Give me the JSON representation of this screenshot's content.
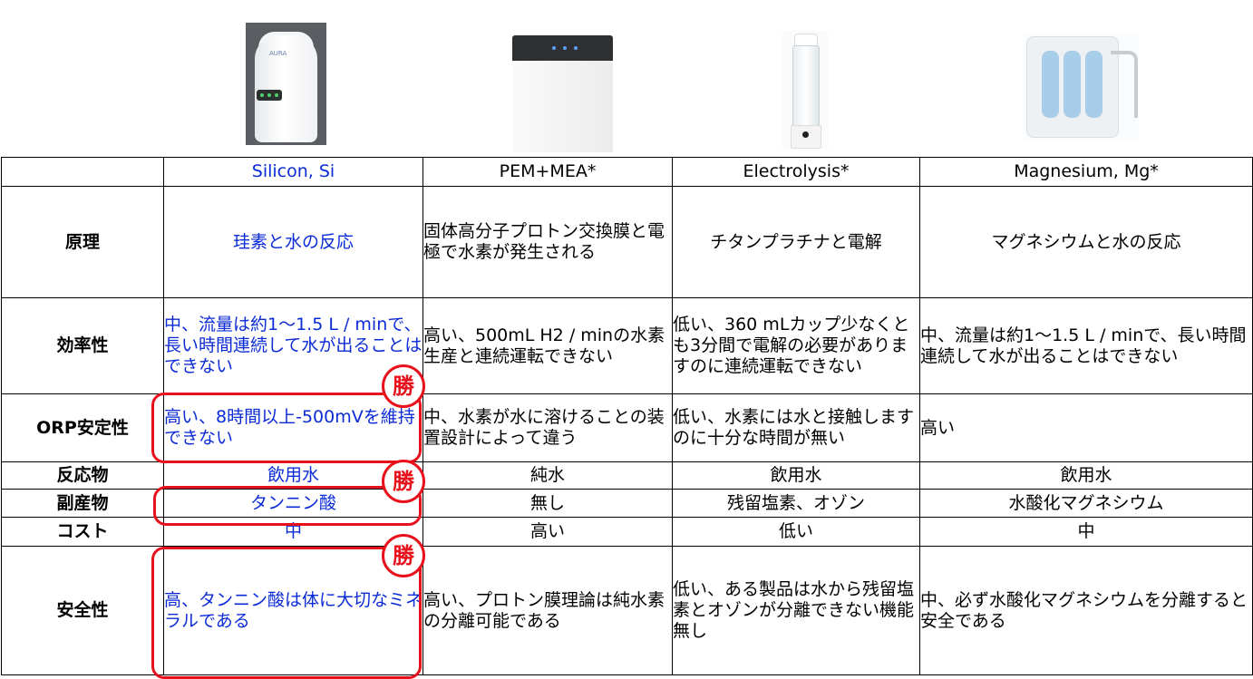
{
  "header": {
    "corner": "",
    "col1": "Silicon, Si",
    "col2": "PEM+MEA*",
    "col3": "Electrolysis*",
    "col4": "Magnesium, Mg*"
  },
  "images": {
    "si_logo": "AURA"
  },
  "rows": {
    "principle": {
      "label": "原理",
      "si": "珪素と水の反応",
      "pem": "固体高分子プロトン交換膜と電極で水素が発生される",
      "ele": "チタンプラチナと電解",
      "mg": "マグネシウムと水の反応"
    },
    "efficiency": {
      "label": "効率性",
      "si": "中、流量は約1～1.5 L / minで、長い時間連続して水が出ることはできない",
      "pem": "高い、500mL H2 / minの水素生産と連続運転できない",
      "ele": "低い、360 mLカップ少なくとも3分間で電解の必要がありますのに連続運転できない",
      "mg": "中、流量は約1～1.5 L / minで、長い時間連続して水が出ることはできない"
    },
    "orp": {
      "label": "ORP安定性",
      "si": "高い、8時間以上-500mVを維持できない",
      "pem": "中、水素が水に溶けることの装置設計によって違う",
      "ele": "低い、水素には水と接触しますのに十分な時間が無い",
      "mg": "高い"
    },
    "reactant": {
      "label": "反応物",
      "si": "飲用水",
      "pem": "純水",
      "ele": "飲用水",
      "mg": "飲用水"
    },
    "byproduct": {
      "label": "副産物",
      "si": "タンニン酸",
      "pem": "無し",
      "ele": "残留塩素、オゾン",
      "mg": "水酸化マグネシウム"
    },
    "cost": {
      "label": "コスト",
      "si": "中",
      "pem": "高い",
      "ele": "低い",
      "mg": "中"
    },
    "safety": {
      "label": "安全性",
      "si": "高、タンニン酸は体に大切なミネラルである",
      "pem": "高い、プロトン膜理論は純水素の分離可能である",
      "ele": "低い、ある製品は水から残留塩素とオゾンが分離できない機能無し",
      "mg": "中、必ず水酸化マグネシウムを分離すると安全である"
    }
  },
  "stamps": {
    "mark": "勝"
  },
  "colors": {
    "highlight_text": "#0b2bd6",
    "marker_red": "#e8111b"
  }
}
